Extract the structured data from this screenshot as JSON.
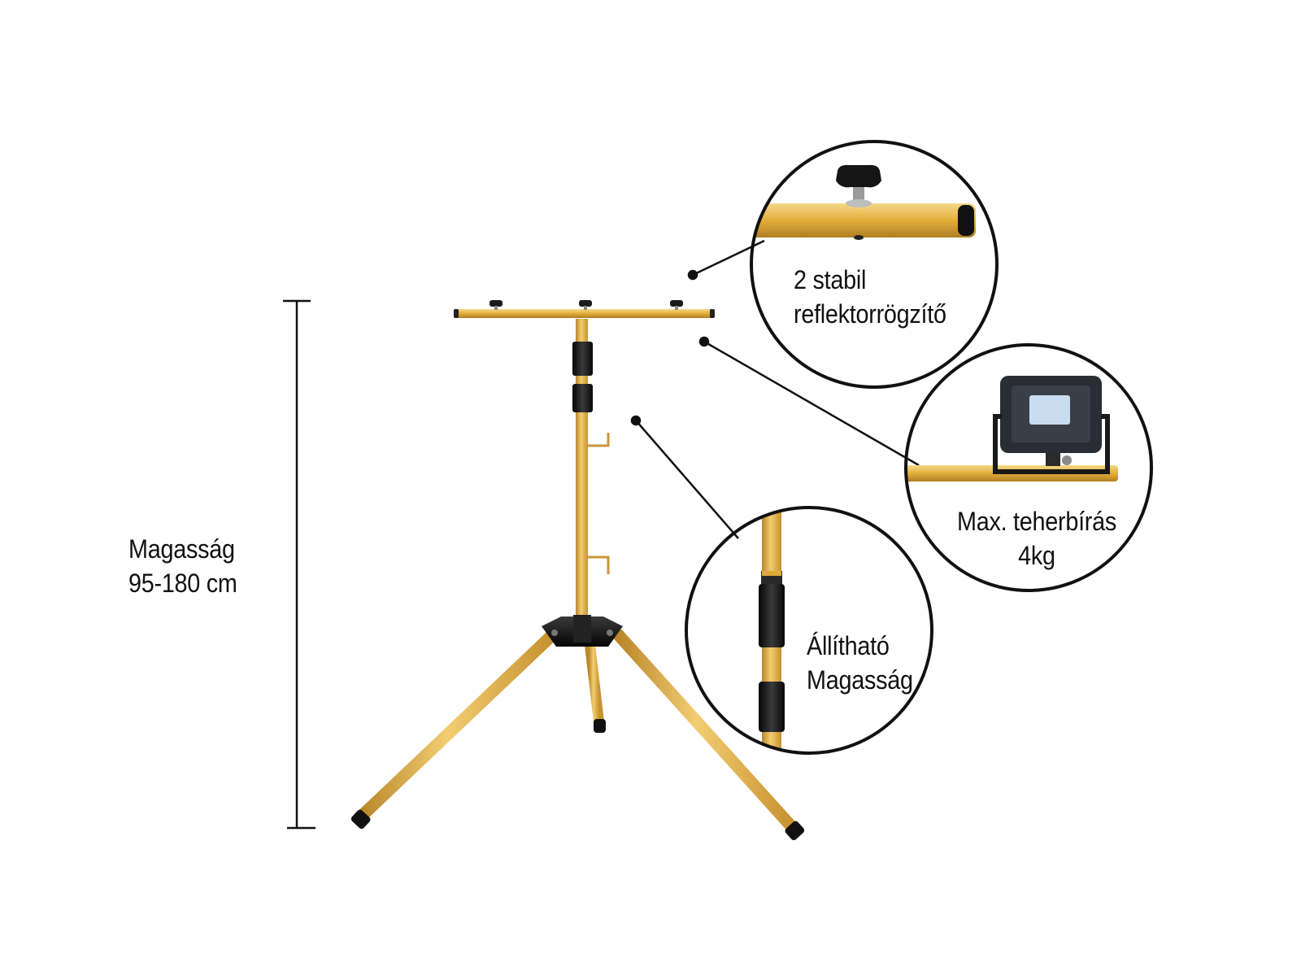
{
  "labels": {
    "height_line1": "Magasság",
    "height_line2": "95-180 cm",
    "holder_line1": "2 stabil",
    "holder_line2": "reflektorrögzítő",
    "load_line1": "Max. teherbírás",
    "load_line2": "4kg",
    "adjust_line1": "Állítható",
    "adjust_line2": "Magasság"
  },
  "colors": {
    "tube": "#E3AE3A",
    "tube_shadow": "#B9862A",
    "tube_highlight": "#F6D889",
    "black_parts": "#1A1A1A",
    "circle_stroke": "#111111",
    "lamp_body": "#2A2D33",
    "lamp_led": "#C9DDF0"
  },
  "icons": [
    "tripod-stand-illustration",
    "knob-icon",
    "floodlight-icon",
    "telescopic-clamp-icon"
  ]
}
